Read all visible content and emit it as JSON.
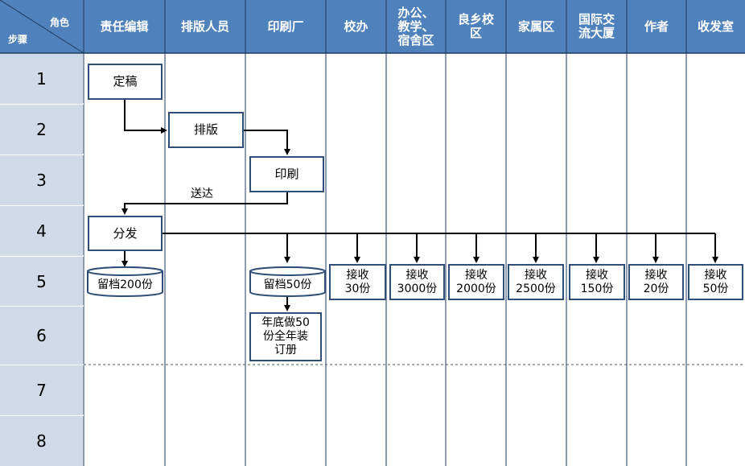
{
  "header": {
    "corner_role": "角色",
    "corner_step": "步骤",
    "columns": [
      "责任编辑",
      "排版人员",
      "印刷厂",
      "校办",
      "办公、\n教学、\n宿舍区",
      "良乡校\n区",
      "家属区",
      "国际交\n流大厦",
      "作者",
      "收发室"
    ]
  },
  "steps": [
    "1",
    "2",
    "3",
    "4",
    "5",
    "6",
    "7",
    "8"
  ],
  "process": {
    "finalize": "定稿",
    "typeset": "排版",
    "print": "印刷",
    "deliver_label": "送达",
    "distribute": "分发",
    "archive_editor": "留档200份",
    "archive_printer": "留档50份",
    "year_end": "年底做50\n份全年装\n订册"
  },
  "receivers": [
    {
      "action": "接收",
      "qty": "30份"
    },
    {
      "action": "接收",
      "qty": "3000份"
    },
    {
      "action": "接收",
      "qty": "2000份"
    },
    {
      "action": "接收",
      "qty": "2500份"
    },
    {
      "action": "接收",
      "qty": "150份"
    },
    {
      "action": "接收",
      "qty": "20份"
    },
    {
      "action": "接收",
      "qty": "50份"
    }
  ],
  "colors": {
    "header_bg": "#4f81bd",
    "step_bg": "#d0dae8",
    "box_border": "#2f4e78",
    "grid_line": "#1f3a5f"
  }
}
